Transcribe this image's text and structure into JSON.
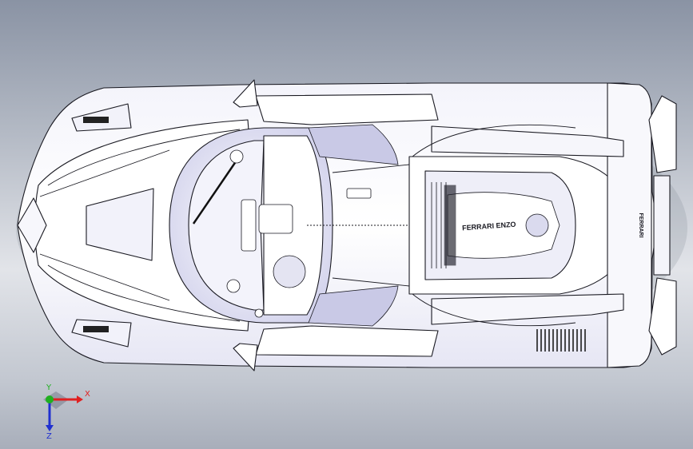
{
  "viewport": {
    "background_top": "#8a93a4",
    "background_mid": "#e2e4e9",
    "background_bottom": "#a8aeba"
  },
  "model": {
    "body_fill": "#ffffff",
    "edge_color": "#1a1a22",
    "shade_color": "#c9c9e6",
    "engine_cover_text": "FERRARI ENZO",
    "rear_badge_text": "FERRARI"
  },
  "triad": {
    "x_label": "X",
    "y_label": "Y",
    "z_label": "Z",
    "x_color": "#e02020",
    "y_color": "#20b020",
    "z_color": "#2030d0"
  }
}
